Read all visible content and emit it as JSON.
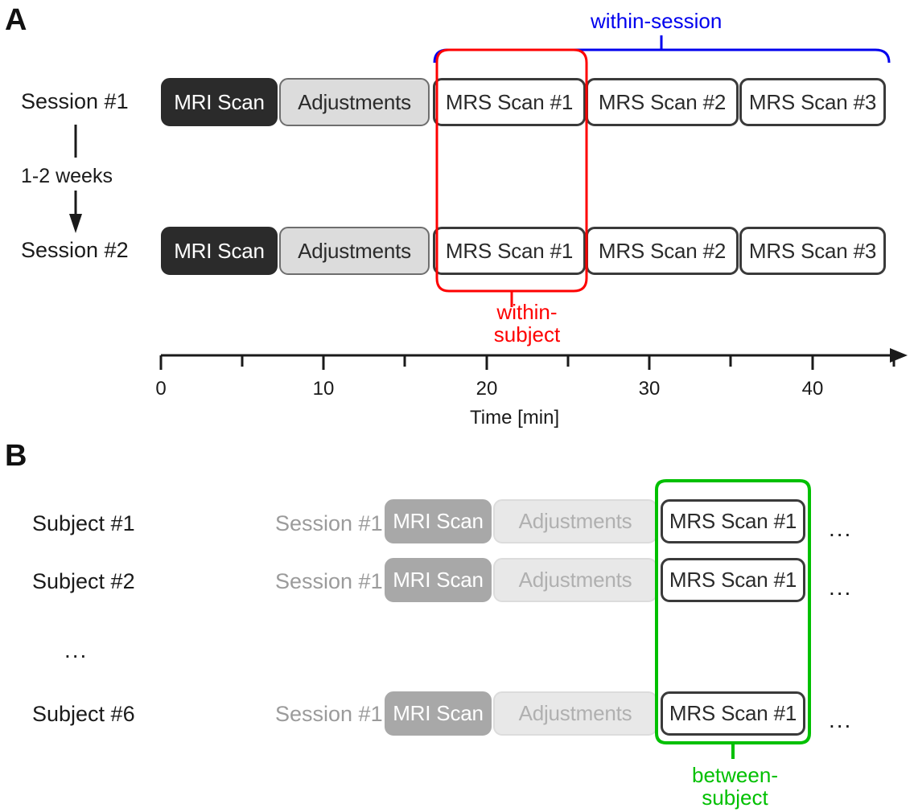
{
  "panels": [
    {
      "id": "A",
      "letter": "A"
    },
    {
      "id": "B",
      "letter": "B"
    }
  ],
  "panel_a": {
    "letter": "A",
    "rows": [
      {
        "label": "Session #1",
        "blocks": [
          {
            "name": "mri-scan",
            "label": "MRI Scan",
            "style": "mri-dark",
            "start_min": 0.0,
            "end_min": 7.4
          },
          {
            "name": "adjustments",
            "label": "Adjustments",
            "style": "adj-light",
            "start_min": 7.5,
            "end_min": 16.6
          },
          {
            "name": "mrs-scan-1",
            "label": "MRS Scan #1",
            "style": "mrs-open",
            "start_min": 16.7,
            "end_min": 26.1
          },
          {
            "name": "mrs-scan-2",
            "label": "MRS Scan #2",
            "style": "mrs-open",
            "start_min": 26.2,
            "end_min": 35.6
          },
          {
            "name": "mrs-scan-3",
            "label": "MRS Scan #3",
            "style": "mrs-open",
            "start_min": 35.7,
            "end_min": 44.6
          }
        ]
      },
      {
        "label": "Session #2",
        "blocks": [
          {
            "name": "mri-scan",
            "label": "MRI Scan",
            "style": "mri-dark",
            "start_min": 0.0,
            "end_min": 7.4
          },
          {
            "name": "adjustments",
            "label": "Adjustments",
            "style": "adj-light",
            "start_min": 7.5,
            "end_min": 16.6
          },
          {
            "name": "mrs-scan-1",
            "label": "MRS Scan #1",
            "style": "mrs-open",
            "start_min": 16.7,
            "end_min": 26.1
          },
          {
            "name": "mrs-scan-2",
            "label": "MRS Scan #2",
            "style": "mrs-open",
            "start_min": 26.2,
            "end_min": 35.6
          },
          {
            "name": "mrs-scan-3",
            "label": "MRS Scan #3",
            "style": "mrs-open",
            "start_min": 35.7,
            "end_min": 44.6
          }
        ]
      }
    ],
    "interval_label": "1-2 weeks",
    "annotations": {
      "within_session": {
        "text": "within-session",
        "color": "#0000ee"
      },
      "within_subject": {
        "line1": "within-",
        "line2": "subject",
        "color": "#fe0000"
      }
    },
    "axis": {
      "title": "Time [min]",
      "major_ticks": [
        0,
        10,
        20,
        30,
        40
      ],
      "minor_ticks": [
        5,
        15,
        25,
        35,
        45
      ],
      "tick_labels": [
        "0",
        "10",
        "20",
        "30",
        "40"
      ],
      "range_min": 0,
      "range_max": 46.5
    }
  },
  "panel_b": {
    "letter": "B",
    "rows": [
      {
        "type": "subject",
        "subject_label": "Subject #1",
        "session_label": "Session #1",
        "blocks": [
          {
            "name": "mri-scan",
            "label": "MRI Scan",
            "style": "mri-grey"
          },
          {
            "name": "adjustments",
            "label": "Adjustments",
            "style": "adj-faded"
          },
          {
            "name": "mrs-scan-1",
            "label": "MRS Scan #1",
            "style": "mrs-open"
          }
        ],
        "trailing": "..."
      },
      {
        "type": "subject",
        "subject_label": "Subject #2",
        "session_label": "Session #1",
        "blocks": [
          {
            "name": "mri-scan",
            "label": "MRI Scan",
            "style": "mri-grey"
          },
          {
            "name": "adjustments",
            "label": "Adjustments",
            "style": "adj-faded"
          },
          {
            "name": "mrs-scan-1",
            "label": "MRS Scan #1",
            "style": "mrs-open"
          }
        ],
        "trailing": "..."
      },
      {
        "type": "ellipsis",
        "subject_label": "...",
        "session_label": "",
        "blocks": [],
        "trailing": ""
      },
      {
        "type": "subject",
        "subject_label": "Subject #6",
        "session_label": "Session #1",
        "blocks": [
          {
            "name": "mri-scan",
            "label": "MRI Scan",
            "style": "mri-grey"
          },
          {
            "name": "adjustments",
            "label": "Adjustments",
            "style": "adj-faded"
          },
          {
            "name": "mrs-scan-1",
            "label": "MRS Scan #1",
            "style": "mrs-open"
          }
        ],
        "trailing": "..."
      }
    ],
    "annotations": {
      "between_subject": {
        "line1": "between-",
        "line2": "subject",
        "color": "#00c000"
      }
    }
  },
  "colors": {
    "mri_dark": "#2b2b2b",
    "adjustments_light": "#dcdcdc",
    "mri_grey": "#a8a8a8",
    "adjustments_faded": "#e8e8e8",
    "within_session_blue": "#0000ee",
    "within_subject_red": "#fe0000",
    "between_subject_green": "#00c000",
    "text_dark": "#1a1a1a",
    "text_muted": "#9b9b9b"
  }
}
